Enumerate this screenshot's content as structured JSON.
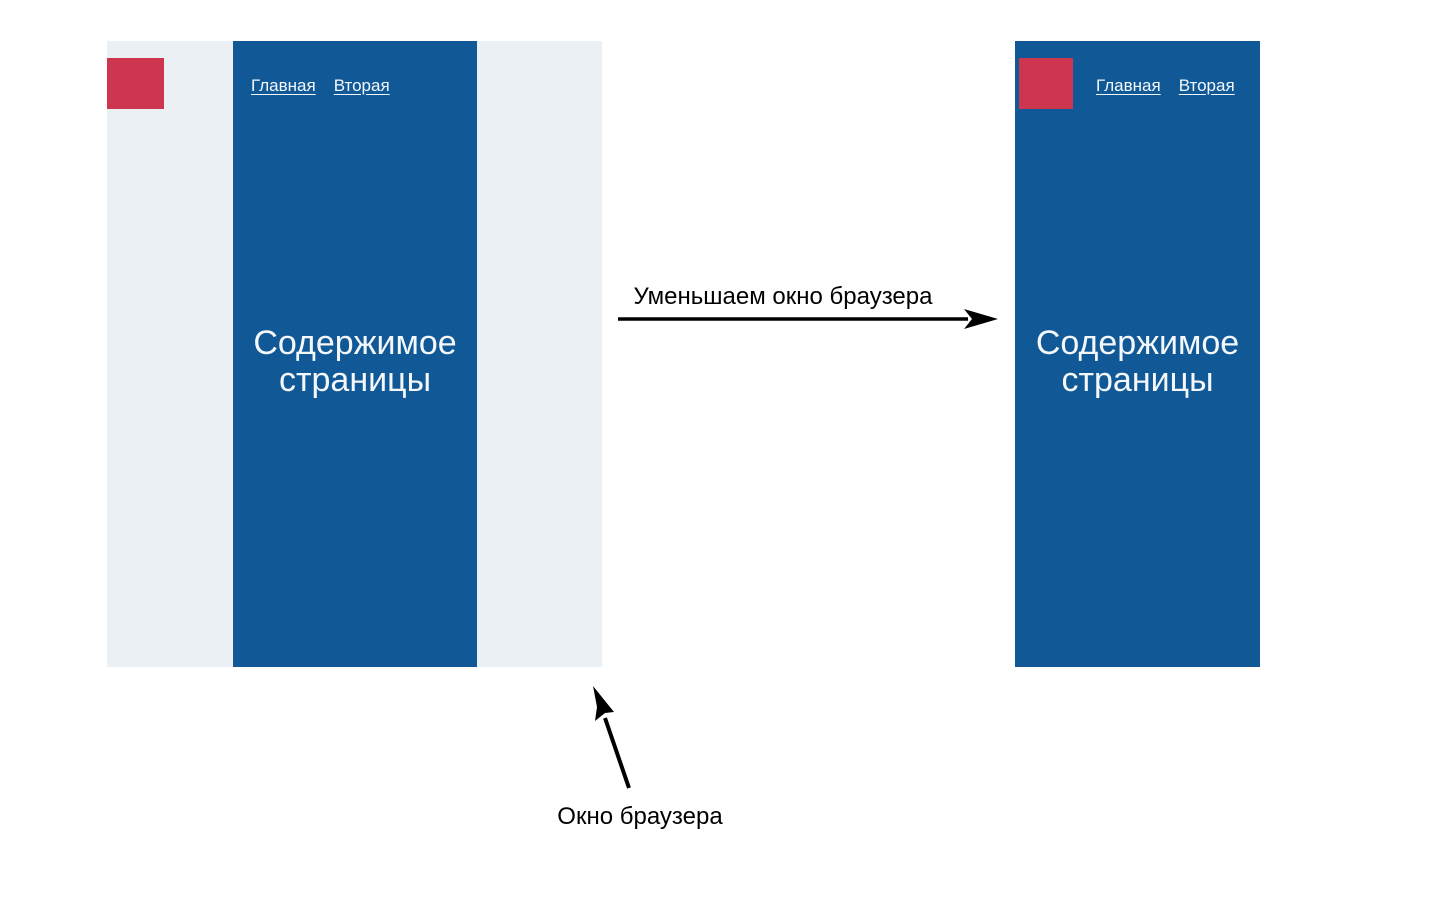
{
  "annotations": {
    "resize_label": "Уменьшаем окно браузера",
    "window_label": "Окно браузера"
  },
  "wide_window": {
    "nav": [
      {
        "label": "Главная"
      },
      {
        "label": "Вторая"
      }
    ],
    "content_text": "Содержимое страницы"
  },
  "narrow_window": {
    "nav": [
      {
        "label": "Главная"
      },
      {
        "label": "Вторая"
      }
    ],
    "content_text": "Содержимое страницы"
  },
  "colors": {
    "content_blue": "#105896",
    "logo_red": "#CE3650",
    "window_bg": "#EAF0F4",
    "text_on_blue": "#F5F8FB",
    "arrow_black": "#000000"
  }
}
